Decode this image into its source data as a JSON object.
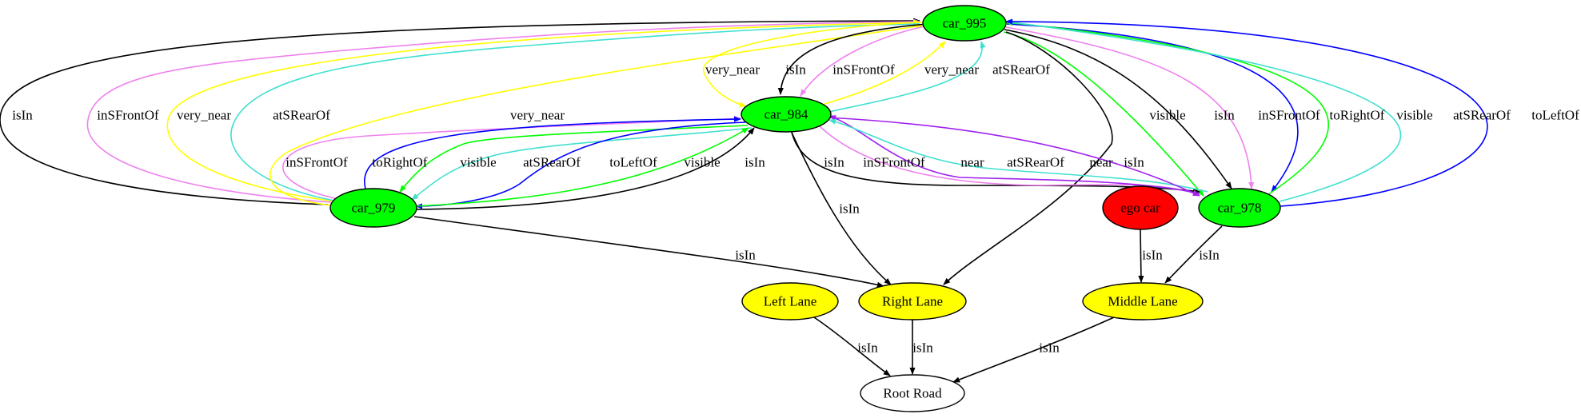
{
  "graph": {
    "nodes": [
      {
        "id": "car_995",
        "label": "car_995",
        "fill": "#00ff00"
      },
      {
        "id": "car_984",
        "label": "car_984",
        "fill": "#00ff00"
      },
      {
        "id": "car_979",
        "label": "car_979",
        "fill": "#00ff00"
      },
      {
        "id": "car_978",
        "label": "car_978",
        "fill": "#00ff00"
      },
      {
        "id": "ego_car",
        "label": "ego car",
        "fill": "#ff0000"
      },
      {
        "id": "left_lane",
        "label": "Left Lane",
        "fill": "#ffff00"
      },
      {
        "id": "right_lane",
        "label": "Right Lane",
        "fill": "#ffff00"
      },
      {
        "id": "middle_lane",
        "label": "Middle Lane",
        "fill": "#ffff00"
      },
      {
        "id": "root_road",
        "label": "Root Road",
        "fill": "#ffffff"
      }
    ],
    "edges": [
      {
        "from": "car_979",
        "to": "car_995",
        "label": "isIn",
        "color": "#000000"
      },
      {
        "from": "car_979",
        "to": "car_995",
        "label": "inSFrontOf",
        "color": "#ee82ee"
      },
      {
        "from": "car_979",
        "to": "car_995",
        "label": "very_near",
        "color": "#ffff00"
      },
      {
        "from": "car_979",
        "to": "car_995",
        "label": "atSRearOf",
        "color": "#40e0d0"
      },
      {
        "from": "car_979",
        "to": "car_995",
        "label": "very_near",
        "color": "#ffff00"
      },
      {
        "from": "car_995",
        "to": "car_984",
        "label": "very_near",
        "color": "#ffff00"
      },
      {
        "from": "car_995",
        "to": "car_984",
        "label": "isIn",
        "color": "#000000"
      },
      {
        "from": "car_995",
        "to": "car_984",
        "label": "inSFrontOf",
        "color": "#ee82ee"
      },
      {
        "from": "car_984",
        "to": "car_995",
        "label": "very_near",
        "color": "#ffff00"
      },
      {
        "from": "car_984",
        "to": "car_995",
        "label": "atSRearOf",
        "color": "#40e0d0"
      },
      {
        "from": "car_995",
        "to": "car_978",
        "label": "visible",
        "color": "#00ff00"
      },
      {
        "from": "car_995",
        "to": "car_978",
        "label": "isIn",
        "color": "#000000"
      },
      {
        "from": "car_995",
        "to": "car_978",
        "label": "inSFrontOf",
        "color": "#ee82ee"
      },
      {
        "from": "car_995",
        "to": "car_978",
        "label": "toRightOf",
        "color": "#0000ff"
      },
      {
        "from": "car_978",
        "to": "car_995",
        "label": "visible",
        "color": "#00ff00"
      },
      {
        "from": "car_978",
        "to": "car_995",
        "label": "atSRearOf",
        "color": "#40e0d0"
      },
      {
        "from": "car_978",
        "to": "car_995",
        "label": "toLeftOf",
        "color": "#0000ff"
      },
      {
        "from": "car_995",
        "to": "right_lane",
        "label": "",
        "color": "#000000"
      },
      {
        "from": "car_979",
        "to": "car_984",
        "label": "inSFrontOf",
        "color": "#ee82ee"
      },
      {
        "from": "car_979",
        "to": "car_984",
        "label": "toRightOf",
        "color": "#0000ff"
      },
      {
        "from": "car_984",
        "to": "car_979",
        "label": "visible",
        "color": "#00ff00"
      },
      {
        "from": "car_984",
        "to": "car_979",
        "label": "atSRearOf",
        "color": "#40e0d0"
      },
      {
        "from": "car_984",
        "to": "car_979",
        "label": "toLeftOf",
        "color": "#0000ff"
      },
      {
        "from": "car_979",
        "to": "car_984",
        "label": "visible",
        "color": "#00ff00"
      },
      {
        "from": "car_979",
        "to": "car_984",
        "label": "isIn",
        "color": "#000000"
      },
      {
        "from": "car_984",
        "to": "car_978",
        "label": "isIn",
        "color": "#000000"
      },
      {
        "from": "car_984",
        "to": "car_978",
        "label": "inSFrontOf",
        "color": "#ee82ee"
      },
      {
        "from": "car_978",
        "to": "car_984",
        "label": "near",
        "color": "#a020f0"
      },
      {
        "from": "car_978",
        "to": "car_984",
        "label": "atSRearOf",
        "color": "#40e0d0"
      },
      {
        "from": "car_984",
        "to": "car_978",
        "label": "near",
        "color": "#a020f0"
      },
      {
        "from": "car_984",
        "to": "right_lane",
        "label": "isIn",
        "color": "#000000"
      },
      {
        "from": "car_979",
        "to": "right_lane",
        "label": "isIn",
        "color": "#000000"
      },
      {
        "from": "ego_car",
        "to": "middle_lane",
        "label": "isIn",
        "color": "#000000"
      },
      {
        "from": "car_978",
        "to": "middle_lane",
        "label": "isIn",
        "color": "#000000"
      },
      {
        "from": "left_lane",
        "to": "root_road",
        "label": "isIn",
        "color": "#000000"
      },
      {
        "from": "right_lane",
        "to": "root_road",
        "label": "isIn",
        "color": "#000000"
      },
      {
        "from": "middle_lane",
        "to": "root_road",
        "label": "isIn",
        "color": "#000000"
      }
    ],
    "floating_labels": [
      "isIn"
    ]
  }
}
